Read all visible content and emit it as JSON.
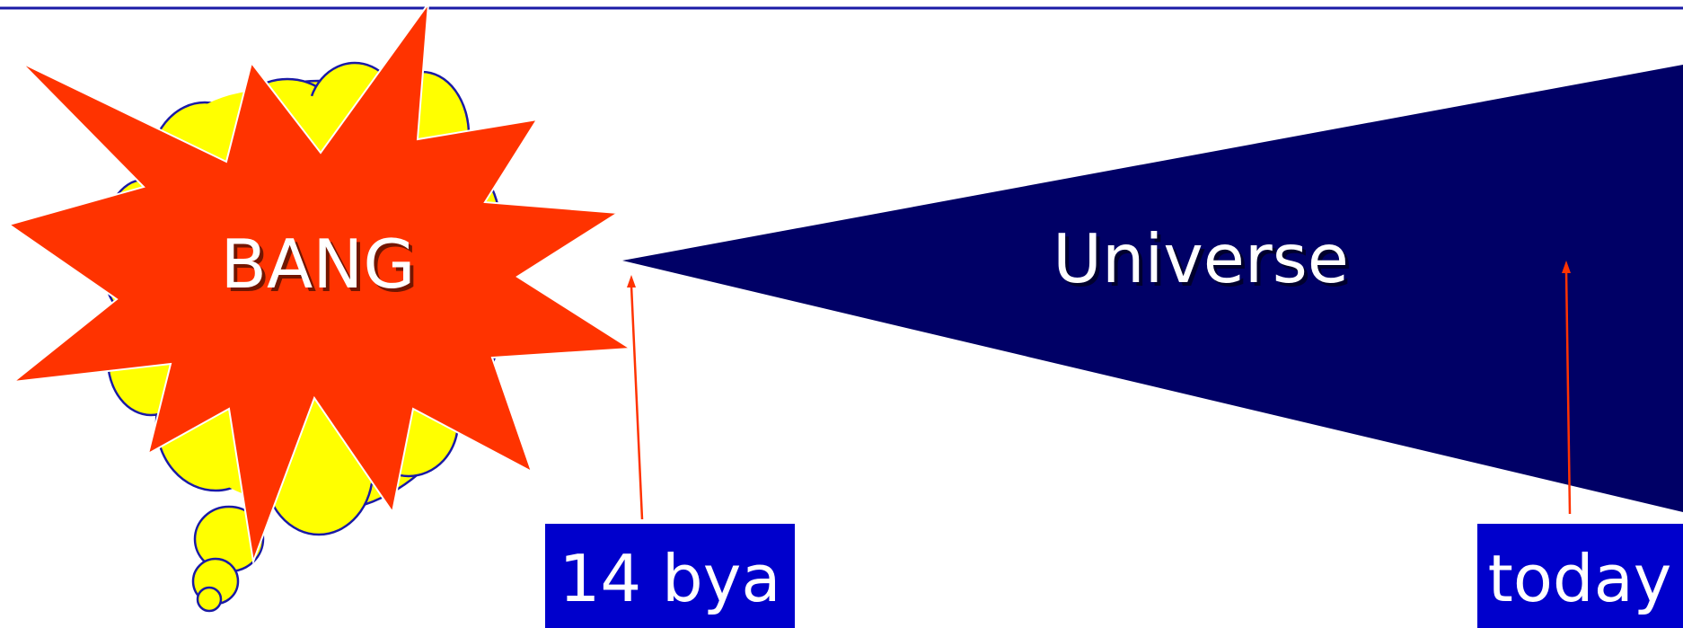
{
  "labels": {
    "bang": "BANG",
    "universe": "Universe",
    "start": "14 bya",
    "end": "today"
  },
  "colors": {
    "top_rule": "#1a1aa6",
    "cloud_fill": "#ffff00",
    "cloud_stroke": "#1a1aa6",
    "burst_fill": "#ff3300",
    "universe_fill": "#000066",
    "label_box": "#0000cc",
    "arrow": "#ff3300",
    "text": "#ffffff"
  }
}
